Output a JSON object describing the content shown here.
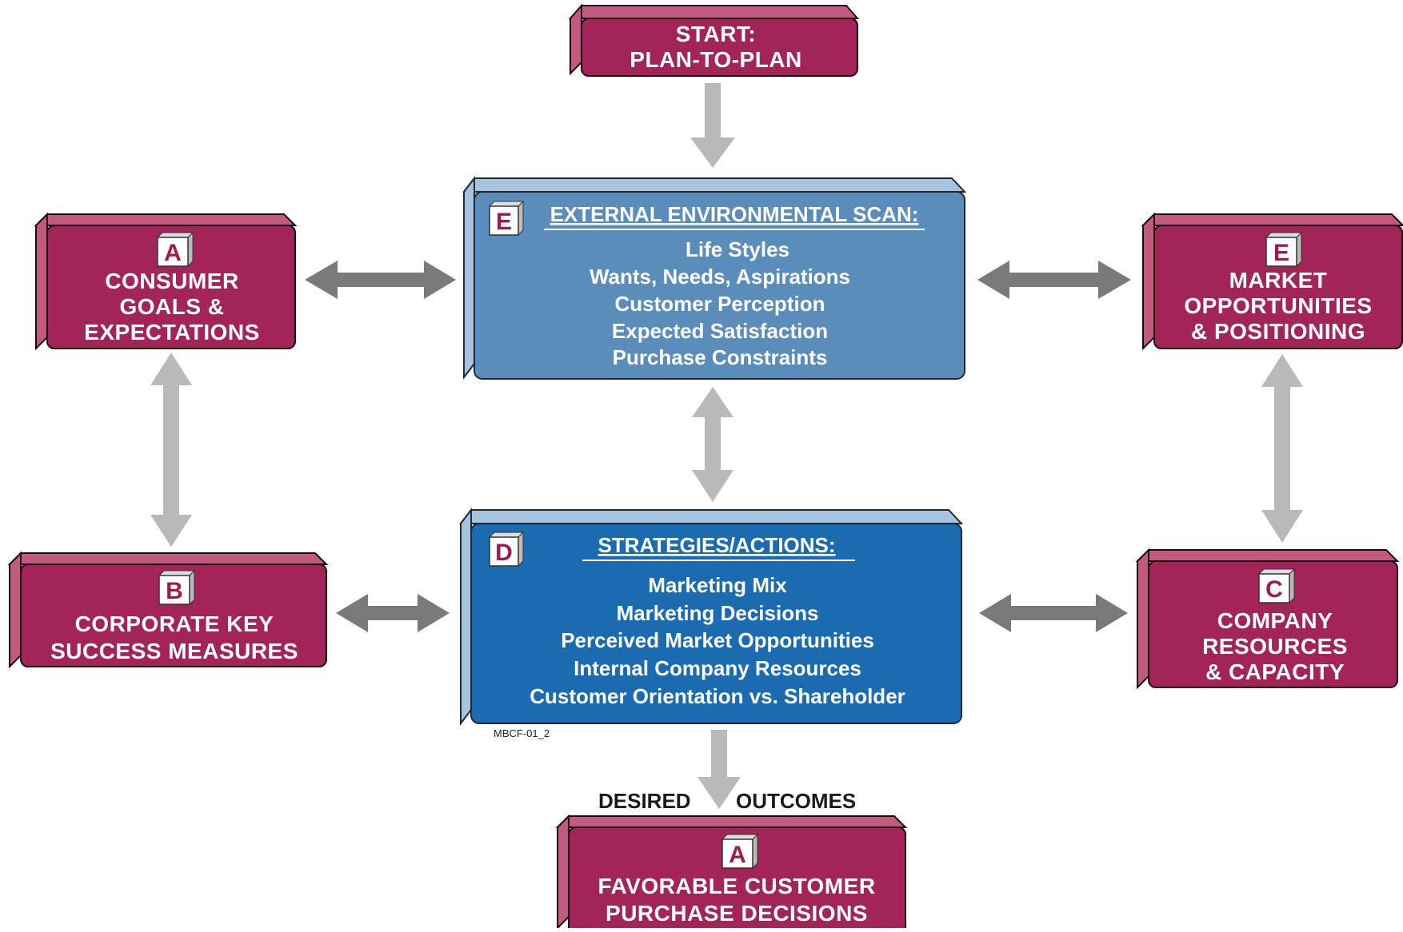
{
  "colors": {
    "box_fill": "#a32459",
    "box_side": "#c25a80",
    "box_outline": "#1a0a10",
    "scan_panel_fill": "#5b8dbb",
    "strategy_panel_fill": "#1a6bb0",
    "panel_side": "#a9c3de",
    "arrow_vertical": "#b9b9b9",
    "arrow_horizontal": "#7a7a7a",
    "badge_fill": "#ffffff",
    "badge_letter": "#9c1d4c"
  },
  "start": {
    "line1": "START:",
    "line2": "PLAN-TO-PLAN"
  },
  "scan": {
    "badge": "E",
    "title": "EXTERNAL ENVIRONMENTAL SCAN:",
    "items": [
      "Life Styles",
      "Wants, Needs, Aspirations",
      "Customer Perception",
      "Expected Satisfaction",
      "Purchase Constraints"
    ]
  },
  "strategies": {
    "badge": "D",
    "title": "STRATEGIES/ACTIONS:",
    "items": [
      "Marketing Mix",
      "Marketing Decisions",
      "Perceived Market Opportunities",
      "Internal Company Resources",
      "Customer Orientation vs. Shareholder"
    ]
  },
  "consumer": {
    "badge": "A",
    "lines": [
      "CONSUMER",
      "GOALS &",
      "EXPECTATIONS"
    ]
  },
  "corporate": {
    "badge": "B",
    "lines": [
      "CORPORATE KEY",
      "SUCCESS MEASURES"
    ]
  },
  "market": {
    "badge": "E",
    "lines": [
      "MARKET",
      "OPPORTUNITIES",
      "& POSITIONING"
    ]
  },
  "company": {
    "badge": "C",
    "lines": [
      "COMPANY",
      "RESOURCES",
      "& CAPACITY"
    ]
  },
  "outcome": {
    "label_left": "DESIRED",
    "label_right": "OUTCOMES",
    "badge": "A",
    "lines": [
      "FAVORABLE CUSTOMER",
      "PURCHASE DECISIONS"
    ]
  },
  "figure_code": "MBCF-01_2"
}
